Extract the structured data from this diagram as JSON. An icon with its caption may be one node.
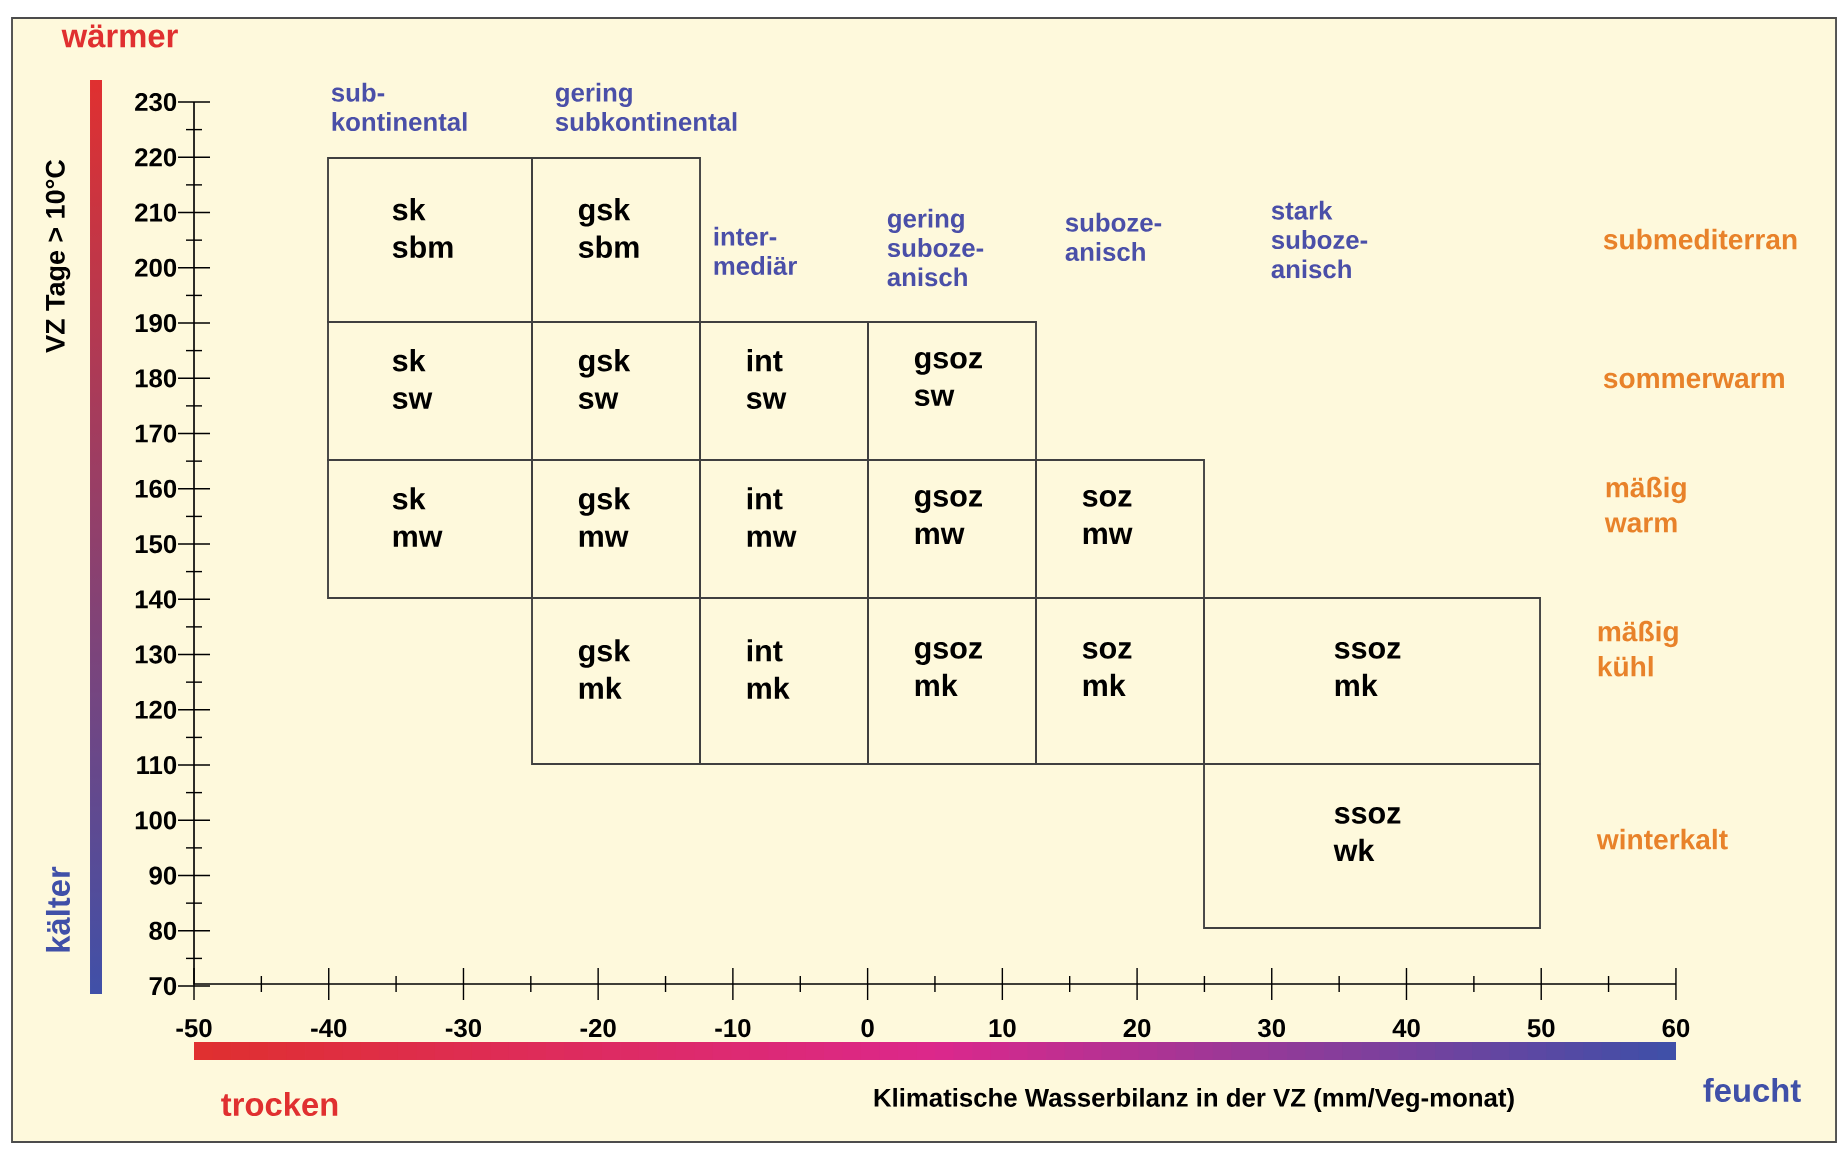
{
  "diagram": {
    "nodes": [
      {
        "text": [
          "sk sbm"
        ]
      },
      {
        "text": [
          "gsk sbm"
        ]
      },
      {
        "text": [
          "sk sw"
        ]
      },
      {
        "text": [
          "gsk sw"
        ]
      },
      {
        "text": [
          "int sw"
        ]
      },
      {
        "text": [
          "gsoz sw"
        ]
      },
      {
        "text": [
          "sk mw"
        ]
      },
      {
        "text": [
          "gsk mw"
        ]
      },
      {
        "text": [
          "int mw"
        ]
      },
      {
        "text": [
          "gsoz mw"
        ]
      },
      {
        "text": [
          "soz mw"
        ]
      },
      {
        "text": [
          "gsk mk"
        ]
      },
      {
        "text": [
          "int mk"
        ]
      },
      {
        "text": [
          "gsoz mk"
        ]
      },
      {
        "text": [
          "soz mk"
        ]
      },
      {
        "text": [
          "ssoz mk"
        ]
      },
      {
        "text": [
          "ssoz wk"
        ]
      }
    ],
    "edges": [],
    "labels": [
      "wärmer",
      "VZ Tage > 10°C",
      "230",
      "220",
      "210",
      "200",
      "190",
      "180",
      "170",
      "160",
      "150",
      "140",
      "130",
      "120",
      "110",
      "100",
      "90",
      "80",
      "70",
      "kälter",
      "sub- kontinental",
      "gering subkontinental",
      "inter- mediär",
      "gering suboze- anisch",
      "suboze- anisch",
      "stark suboze- anisch",
      "submediterran",
      "sommerwarm",
      "mäßig warm",
      "mäßig kühl",
      "winterkalt",
      "-50",
      "-40",
      "-30",
      "-20",
      "-10",
      "0",
      "10",
      "20",
      "30",
      "40",
      "50",
      "60",
      "trocken",
      "Klimatische Wasserbilanz in der VZ  (mm/Veg-monat)",
      "feucht"
    ]
  }
}
